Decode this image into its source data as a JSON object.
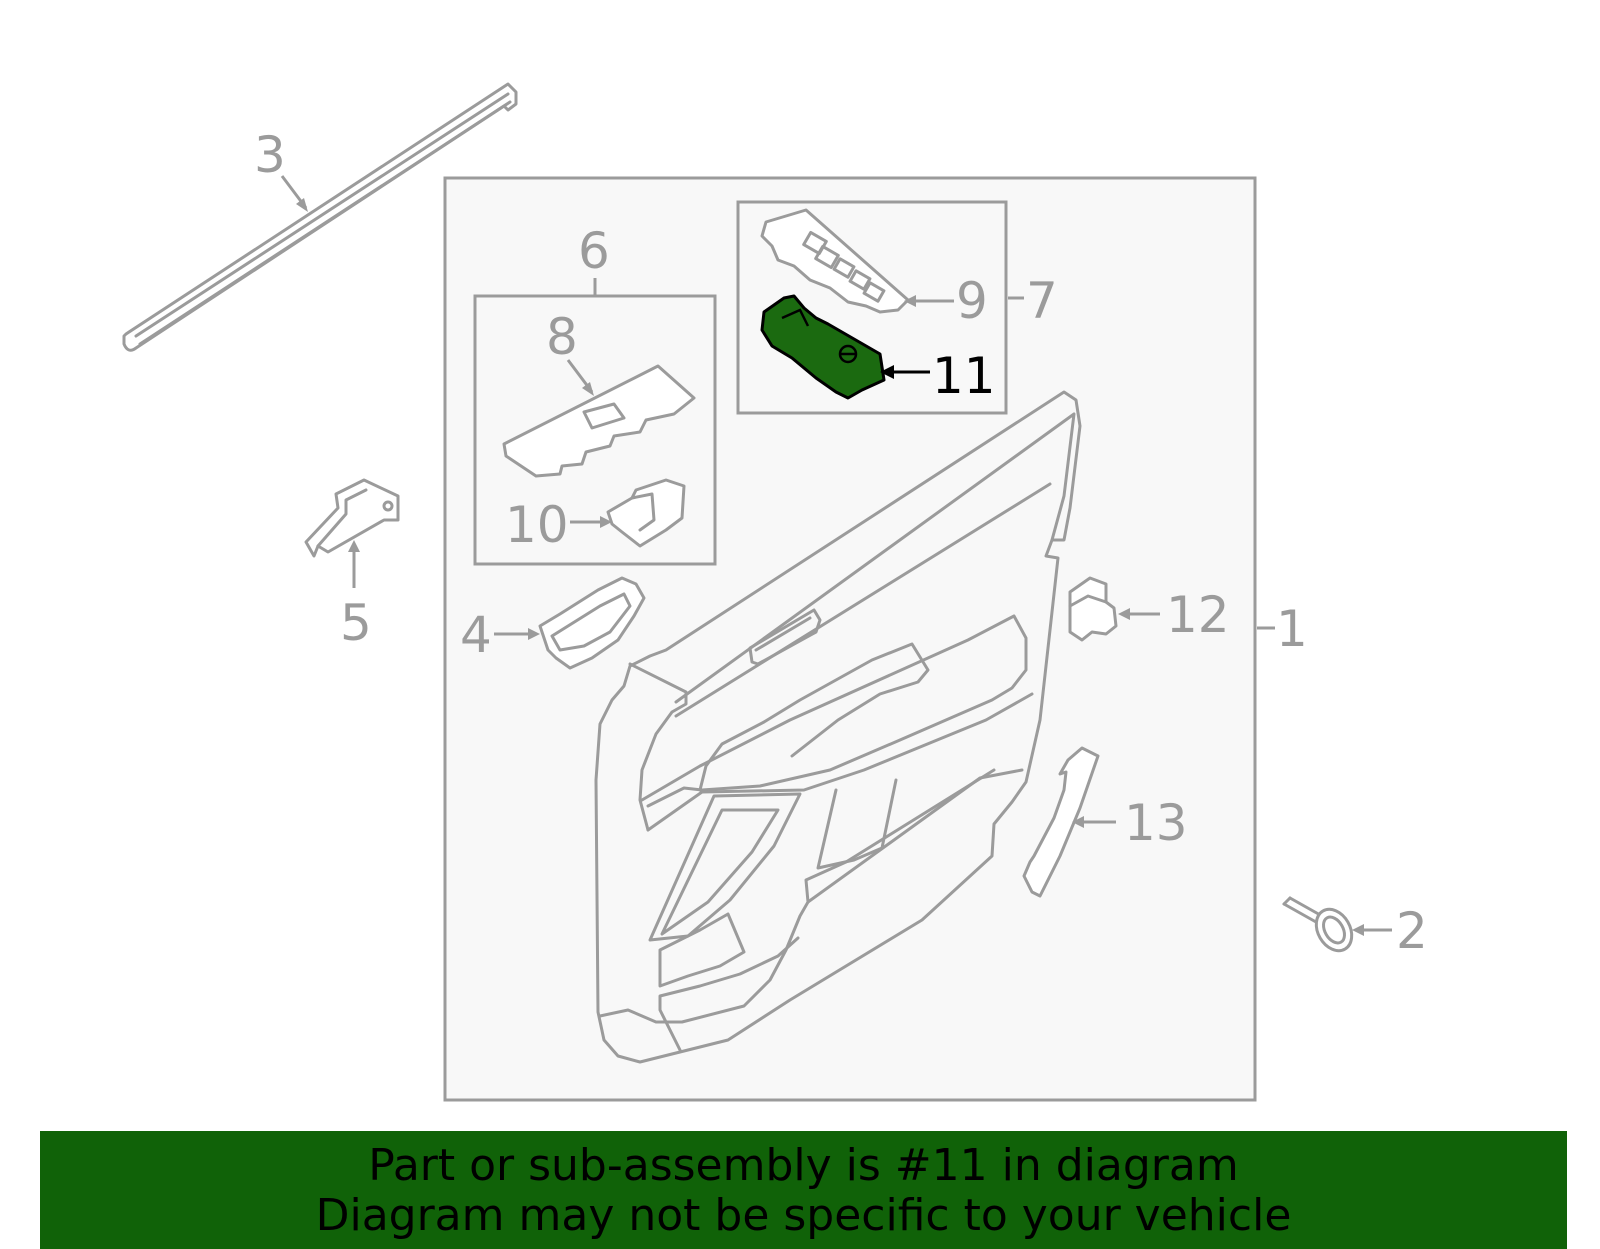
{
  "diagram": {
    "highlight_color": "#1b6a10",
    "callouts": [
      {
        "id": "1",
        "text": "1"
      },
      {
        "id": "2",
        "text": "2"
      },
      {
        "id": "3",
        "text": "3"
      },
      {
        "id": "4",
        "text": "4"
      },
      {
        "id": "5",
        "text": "5"
      },
      {
        "id": "6",
        "text": "6"
      },
      {
        "id": "7",
        "text": "7"
      },
      {
        "id": "8",
        "text": "8"
      },
      {
        "id": "9",
        "text": "9"
      },
      {
        "id": "10",
        "text": "10"
      },
      {
        "id": "11",
        "text": "11",
        "highlighted": true
      },
      {
        "id": "12",
        "text": "12"
      },
      {
        "id": "13",
        "text": "13"
      }
    ]
  },
  "banner": {
    "line1": "Part or sub-assembly is #11 in diagram",
    "line2": "Diagram may not be specific to your vehicle",
    "background": "#106208"
  }
}
